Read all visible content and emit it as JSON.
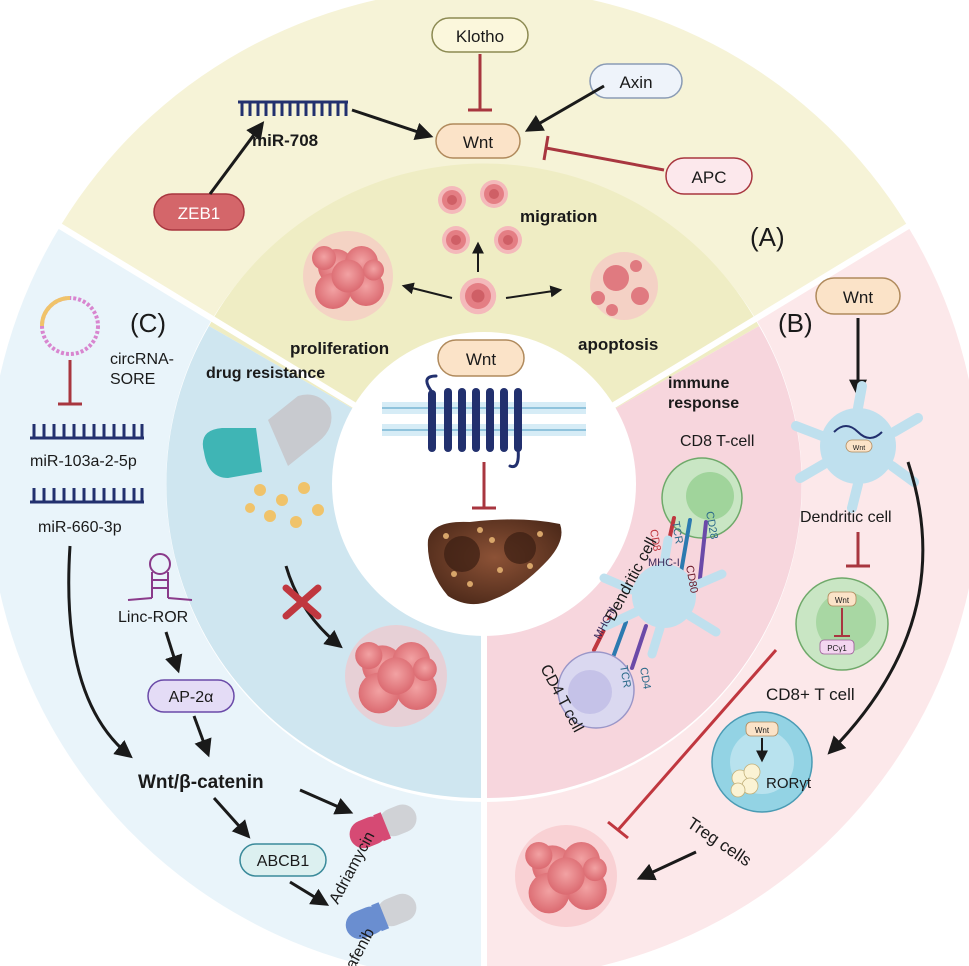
{
  "panels": {
    "a": "(A)",
    "b": "(B)",
    "c": "(C)"
  },
  "top": {
    "klotho": "Klotho",
    "axin": "Axin",
    "mir708": "miR-708",
    "wnt": "Wnt",
    "zeb1": "ZEB1",
    "apc": "APC"
  },
  "middle": {
    "migration": "migration",
    "proliferation": "proliferation",
    "apoptosis": "apoptosis",
    "drug_resistance": "drug resistance",
    "immune_response": "immune\nresponse",
    "center_wnt": "Wnt"
  },
  "immune_inner": {
    "cd8_t_cell": "CD8 T-cell",
    "dendritic_cell": "Dendritic cell",
    "cd4_t_cell": "CD4 T cell",
    "cd8": "CD8",
    "tcr_top": "TCR",
    "cd28": "CD28",
    "mhc_i": "MHC-I",
    "cd80": "CD80",
    "mhc_ii": "MHC-II",
    "tcr_bottom": "TCR",
    "cd4": "CD4"
  },
  "right": {
    "wnt": "Wnt",
    "dendritic_cell": "Dendritic cell",
    "cell_wnt": "Wnt",
    "cd8_wnt": "Wnt",
    "pcy1": "PCγ1",
    "cd8_t_cell": "CD8+ T cell",
    "treg_wnt": "Wnt",
    "roryt": "RORγt",
    "treg_cells": "Treg cells"
  },
  "left": {
    "circrna": "circRNA-\nSORE",
    "mir103": "miR-103a-2-5p",
    "mir660": "miR-660-3p",
    "linc_ror": "Linc-ROR",
    "ap2a": "AP-2α",
    "wnt_beta": "Wnt/β-catenin",
    "abcb1": "ABCB1",
    "adriamycin": "Adriamycin",
    "sorafenib": "Sorafenib"
  },
  "colors": {
    "outer_top": "#f6f3d7",
    "outer_right": "#fce8ea",
    "outer_left": "#e9f4fa",
    "inner_top": "#efedc4",
    "inner_right": "#f7d6dd",
    "inner_left": "#cfe6f0",
    "inhibit": "#a8363f",
    "arrow": "#1a1a1a",
    "wnt_box": "#fbe3c8",
    "tumor": "#e8868a"
  }
}
